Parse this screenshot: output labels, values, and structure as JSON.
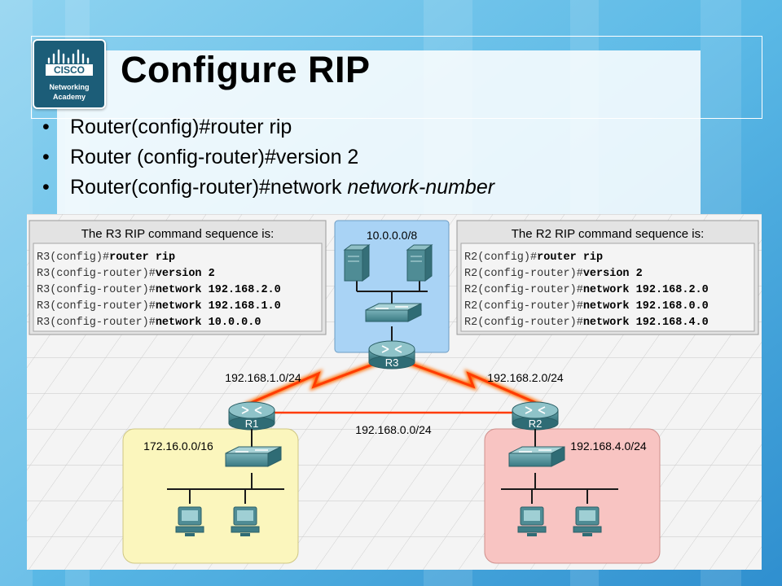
{
  "logo": {
    "brand": "CISCO",
    "line1": "Networking",
    "line2": "Academy",
    "symbol": "cisco-bridge-logo"
  },
  "slide": {
    "title": "Configure RIP",
    "bullets": [
      {
        "text": "Router(config)#router rip",
        "italic": ""
      },
      {
        "text": "Router (config-router)#version 2",
        "italic": ""
      },
      {
        "text": "Router(config-router)#network ",
        "italic": "network-number"
      }
    ]
  },
  "diagram": {
    "r3_box": {
      "title": "The R3 RIP command sequence is:",
      "lines": [
        {
          "prompt": "R3(config)#",
          "cmd": "router rip"
        },
        {
          "prompt": "R3(config-router)#",
          "cmd": "version 2"
        },
        {
          "prompt": "R3(config-router)#",
          "cmd": "network 192.168.2.0"
        },
        {
          "prompt": "R3(config-router)#",
          "cmd": "network 192.168.1.0"
        },
        {
          "prompt": "R3(config-router)#",
          "cmd": "network 10.0.0.0"
        }
      ]
    },
    "r2_box": {
      "title": "The R2 RIP command sequence is:",
      "lines": [
        {
          "prompt": "R2(config)#",
          "cmd": "router rip"
        },
        {
          "prompt": "R2(config-router)#",
          "cmd": "version 2"
        },
        {
          "prompt": "R2(config-router)#",
          "cmd": "network 192.168.2.0"
        },
        {
          "prompt": "R2(config-router)#",
          "cmd": "network 192.168.0.0"
        },
        {
          "prompt": "R2(config-router)#",
          "cmd": "network 192.168.4.0"
        }
      ]
    },
    "networks": {
      "r3_lan": "10.0.0.0/8",
      "r1_lan": "172.16.0.0/16",
      "r2_lan": "192.168.4.0/24",
      "r1_r3": "192.168.1.0/24",
      "r2_r3": "192.168.2.0/24",
      "r1_r2": "192.168.0.0/24"
    },
    "routers": {
      "r1": "R1",
      "r2": "R2",
      "r3": "R3"
    },
    "colors": {
      "r3_lan": "#a9d3f5",
      "r1_lan": "#fbf6bd",
      "r2_lan": "#f8c4c2",
      "serial_link": "#ff3b00",
      "router": "#3d7e87"
    }
  }
}
